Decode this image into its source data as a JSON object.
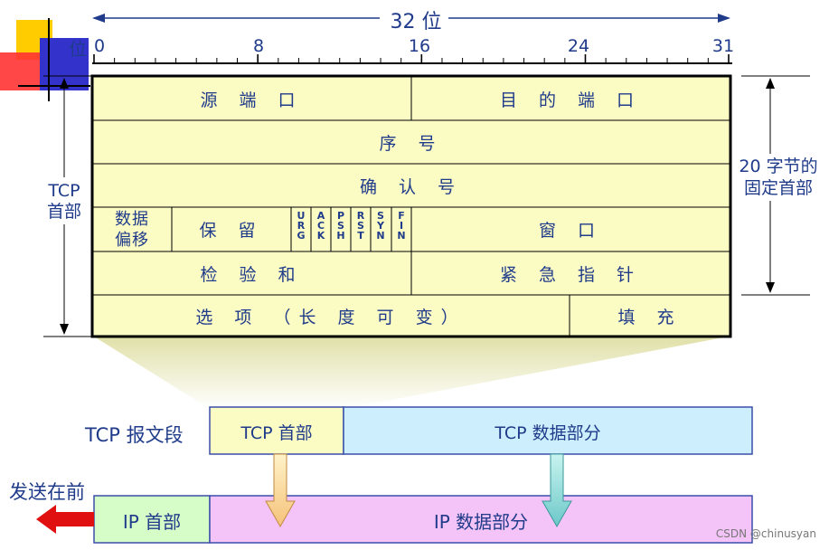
{
  "bits_label": "32 位",
  "bit_word": "位",
  "ticks": [
    "0",
    "8",
    "16",
    "24",
    "31"
  ],
  "header_rows": {
    "row1": {
      "src_port": "源 端 口",
      "dst_port": "目 的 端 口"
    },
    "row2": {
      "seq": "序 号"
    },
    "row3": {
      "ack": "确 认 号"
    },
    "row4": {
      "offset_line1": "数据",
      "offset_line2": "偏移",
      "reserved": "保 留",
      "flags": [
        "URG",
        "ACK",
        "PSH",
        "RST",
        "SYN",
        "FIN"
      ],
      "window": "窗 口"
    },
    "row5": {
      "checksum": "检 验 和",
      "urgent": "紧 急 指 针"
    },
    "row6": {
      "options": "选 项 （长 度 可 变）",
      "padding": "填 充"
    }
  },
  "left_label": {
    "line1": "TCP",
    "line2": "首部"
  },
  "right_label": {
    "line1": "20 字节的",
    "line2": "固定首部"
  },
  "segment": {
    "label": "TCP 报文段",
    "header": "TCP 首部",
    "data": "TCP 数据部分"
  },
  "ip": {
    "send_first": "发送在前",
    "header": "IP 首部",
    "data": "IP 数据部分"
  },
  "watermark": "CSDN @chinusyan",
  "colors": {
    "header_fill": "#fbfbc4",
    "tcp_data_fill": "#cdeefc",
    "ip_header_fill": "#d6fcc8",
    "ip_data_fill": "#f4c4f8",
    "text": "#1f3b8a",
    "arrow_red": "#e01010"
  }
}
